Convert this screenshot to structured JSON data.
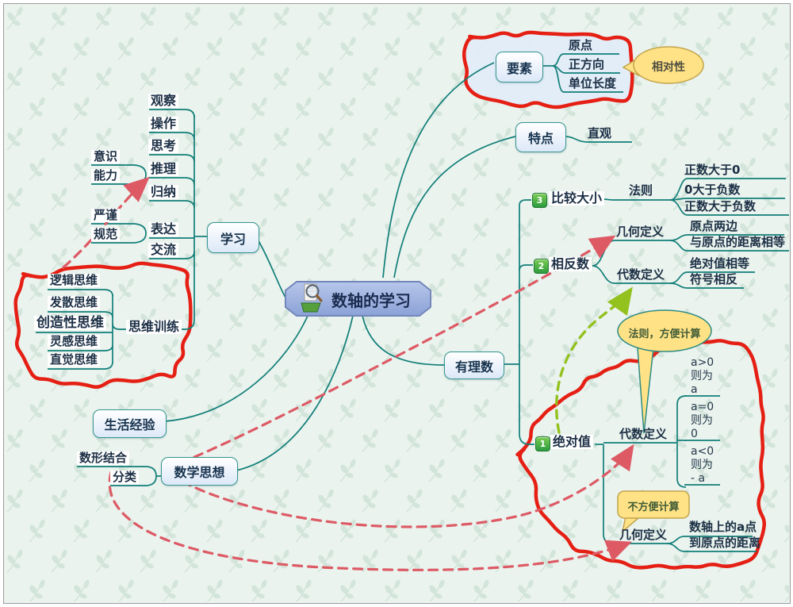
{
  "app": {
    "description": "mind map about learning the number line"
  },
  "colors": {
    "background": "#eaf3ee",
    "pattern_leaf": "#cbe0d4",
    "branch_teal": "#117e78",
    "cloud_red": "#e51f14",
    "arrow_red": "#dd5a65",
    "arrow_green": "#93c11e",
    "callout_yellow": "#ffe285",
    "callout_border_tan": "#c2a34c",
    "callout_border_teal": "#2e8b84",
    "node_border": "#35968f",
    "node_fill": "#dce8f8",
    "center_fill": "#8ba2d7",
    "badge_green": "#2c9b3f",
    "text_dark": "#1c2f45"
  },
  "labels": {
    "center": "数轴的学习",
    "xuexi": "学习",
    "guancha": "观察",
    "caozuo": "操作",
    "sikao": "思考",
    "tuili": "推理",
    "guina": "归纳",
    "biaoda": "表达",
    "jiaoliu": "交流",
    "yishi": "意识",
    "nengli": "能力",
    "yanjin": "严谨",
    "guifan": "规范",
    "siweixunlian": "思维训练",
    "luojisiwei": "逻辑思维",
    "fasansiwei": "发散思维",
    "chuangzaoxingsiwei": "创造性思维",
    "linggansiwei": "灵感思维",
    "zhijuesiwei": "直觉思维",
    "yaosu": "要素",
    "yuandian": "原点",
    "zhengfangxiang": "正方向",
    "danweichangdu": "单位长度",
    "xiangduixing": "相对性",
    "tedian": "特点",
    "zhiguan": "直观",
    "youlishu": "有理数",
    "bijiaodaxiao": "比较大小",
    "faze": "法则",
    "zhengshu_dayu_0": "正数大于0",
    "ling_dayu_fushu": "0大于负数",
    "zhengshu_dayu_fushu": "正数大于负数",
    "xiangfanshu": "相反数",
    "jihedingyi_xfs": "几何定义",
    "yuandianliangbian": "原点两边",
    "yu_yuandian_juli_xiangdeng": "与原点的距离相等",
    "daishudingyi_xfs": "代数定义",
    "jueduizhi_xiangdeng": "绝对值相等",
    "fuhao_xiangfan": "符号相反",
    "jueduizhi": "绝对值",
    "daishudingyi_jdz": "代数定义",
    "jihedingyi_jdz": "几何定义",
    "ag1a": "a>0",
    "ag1b": "则为",
    "ag1c": "a",
    "ag2a": "a=0",
    "ag2b": "则为",
    "ag2c": "0",
    "ag3a": "a<0",
    "ag3b": "则为",
    "ag3c": "- a",
    "shuzhou_a_dian": "数轴上的a点",
    "dao_yuandian_juli": "到原点的距离",
    "callout_fangbian": "法则，方便计算",
    "callout_bufangbian": "不方便计算",
    "shenghuojingyan": "生活经验",
    "shuxuesixiang": "数学思想",
    "shuxingjiehe": "数形结合",
    "fenlei": "分类",
    "badge1": "1",
    "badge2": "2",
    "badge3": "3"
  }
}
